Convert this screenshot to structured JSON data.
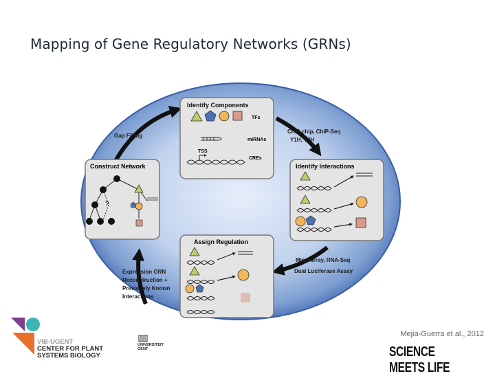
{
  "slide": {
    "title": "Mapping of Gene Regulatory Networks (GRNs)",
    "citation": "Mejia-Guerra et al., 2012",
    "tagline": "SCIENCE MEETS LIFE",
    "org_line1": "VIB-UGENT",
    "org_line2": "CENTER FOR PLANT",
    "org_line3": "SYSTEMS BIOLOGY",
    "univ_line1": "UNIVERSITEIT",
    "univ_line2": "GENT"
  },
  "diagram": {
    "panels": {
      "identify_components": "Identify Components",
      "identify_interactions": "Identify Interactions",
      "assign_regulation": "Assign Regulation",
      "construct_network": "Construct Network"
    },
    "component_labels": {
      "tfs": "TFs",
      "mirnas": "miRNAs",
      "tss": "TSS",
      "cres": "CREs"
    },
    "arrows": {
      "gap_filling": "Gap Filling",
      "chip_line1": "ChIP-chip, ChIP-Seq",
      "chip_line2": "Y1H, Y2H",
      "micro_line1": "Microarray, RNA-Seq",
      "micro_line2": "Dual Luciferase Assay",
      "expr_line1": "Expression GRN",
      "expr_line2": "Reconstruction +",
      "expr_line3": "Previously Known",
      "expr_line4": "Interactions"
    },
    "question_mark": "?"
  },
  "colors": {
    "ellipse_outer": "#4a6fb5",
    "ellipse_inner": "#c9d7ef",
    "panel_fill": "#e4e4e4",
    "panel_border": "#777777",
    "tf_green": "#b8cf6a",
    "tf_blue": "#4d6fb3",
    "tf_orange": "#f0b65a",
    "tf_pink": "#d99a8c",
    "vib_orange": "#e8702a",
    "vib_teal": "#3cb4b4",
    "vib_purple": "#7b3f8c"
  }
}
